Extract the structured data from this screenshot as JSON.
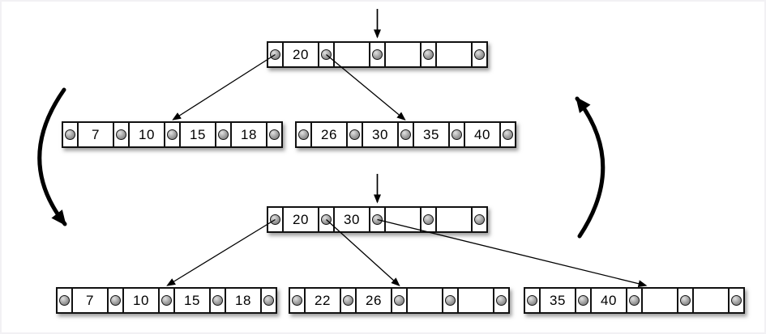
{
  "diagram": {
    "kind": "b-tree-split-diagram",
    "states": 2
  },
  "colors": {
    "line": "#000000",
    "node_fill": "#ffffff",
    "node_border": "#111111",
    "pointer_dot": "#8f8f8f",
    "background": "#ffffff"
  },
  "nodes": {
    "tree1_root": {
      "keys": [
        "20",
        "",
        "",
        ""
      ]
    },
    "tree1_leaf1": {
      "keys": [
        "7",
        "10",
        "15",
        "18"
      ]
    },
    "tree1_leaf2": {
      "keys": [
        "26",
        "30",
        "35",
        "40"
      ]
    },
    "tree2_root": {
      "keys": [
        "20",
        "30",
        "",
        ""
      ]
    },
    "tree2_leaf1": {
      "keys": [
        "7",
        "10",
        "15",
        "18"
      ]
    },
    "tree2_leaf2": {
      "keys": [
        "22",
        "26",
        "",
        ""
      ]
    },
    "tree2_leaf3": {
      "keys": [
        "35",
        "40",
        "",
        ""
      ]
    }
  },
  "links": [
    {
      "from": "tree1_root:ptr0",
      "to": "tree1_leaf1"
    },
    {
      "from": "tree1_root:ptr1",
      "to": "tree1_leaf2"
    },
    {
      "from": "tree2_root:ptr0",
      "to": "tree2_leaf1"
    },
    {
      "from": "tree2_root:ptr1",
      "to": "tree2_leaf2"
    },
    {
      "from": "tree2_root:ptr2",
      "to": "tree2_leaf3"
    }
  ],
  "icons": {
    "pointer_dot": "pointer-dot-icon",
    "insertion_arrow": "down-arrow-icon",
    "cycle_left": "curved-arrow-down-icon",
    "cycle_right": "curved-arrow-up-icon"
  }
}
